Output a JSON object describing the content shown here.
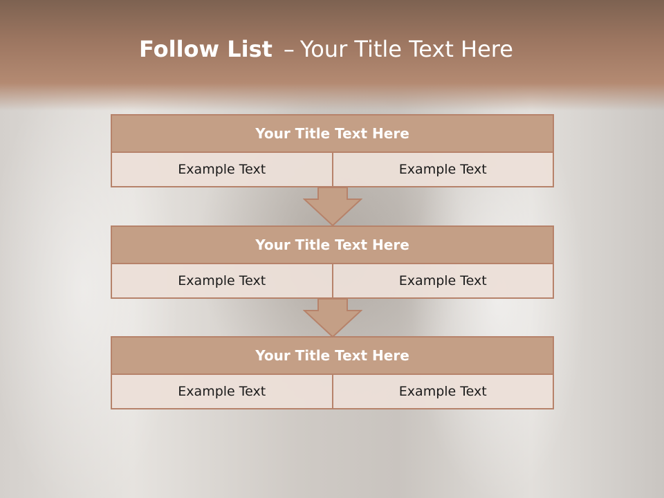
{
  "slide": {
    "title_bold": "Follow List",
    "title_separator": "–",
    "title_rest": "Your Title Text Here"
  },
  "blocks": [
    {
      "title": "Your Title Text Here",
      "left_text": "Example Text",
      "right_text": "Example Text"
    },
    {
      "title": "Your Title Text Here",
      "left_text": "Example Text",
      "right_text": "Example Text"
    },
    {
      "title": "Your Title Text Here",
      "left_text": "Example Text",
      "right_text": "Example Text"
    }
  ],
  "colors": {
    "header_band": "#9b7560",
    "block_title_fill": "#c49f86",
    "block_border": "#b6826a",
    "cell_fill": "#ecdfd8"
  }
}
